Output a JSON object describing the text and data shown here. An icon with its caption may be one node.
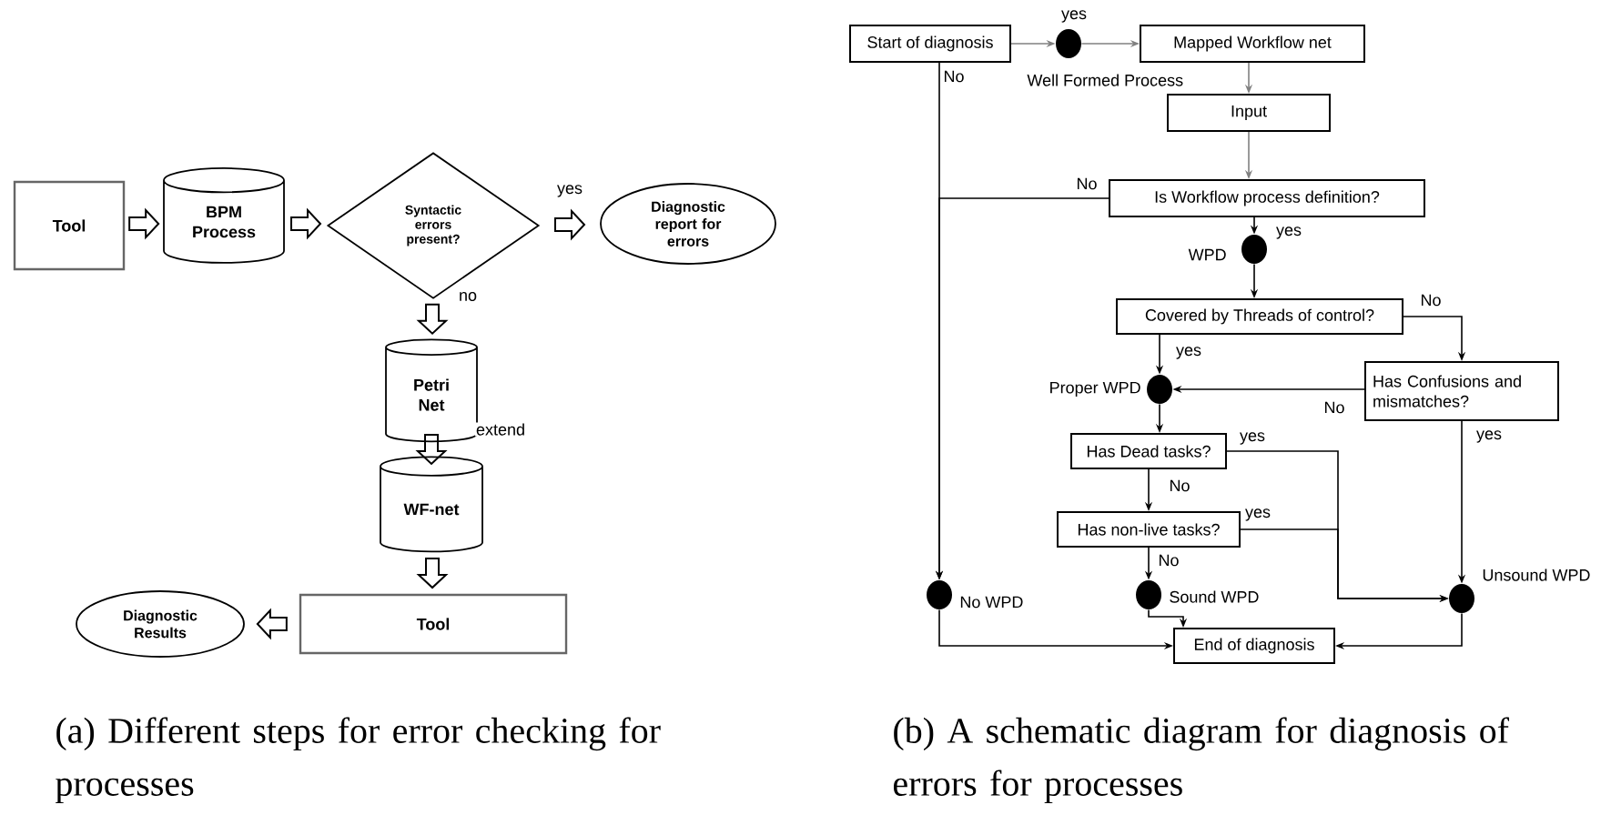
{
  "diagram": {
    "nodes": [
      {
        "text": [
          "Tool"
        ]
      },
      {
        "text": [
          "BPM Process"
        ]
      },
      {
        "text": [
          "Syntactic errors present?"
        ]
      },
      {
        "text": [
          "Diagnostic report for errors"
        ]
      },
      {
        "text": [
          "Petri Net"
        ]
      },
      {
        "text": [
          "WF-net"
        ]
      },
      {
        "text": [
          "Tool"
        ]
      },
      {
        "text": [
          "Diagnostic Results"
        ]
      },
      {
        "text": [
          "Start of diagnosis"
        ]
      },
      {
        "text": [],
        "shape": "circle",
        "beside": [
          "Well Formed Process"
        ]
      },
      {
        "text": [
          "Mapped Workflow net"
        ]
      },
      {
        "text": [
          "Input"
        ]
      },
      {
        "text": [
          "Is Workflow process definition?"
        ]
      },
      {
        "text": [],
        "shape": "circle",
        "beside": [
          "WPD"
        ]
      },
      {
        "text": [
          "Covered by Threads of control?"
        ]
      },
      {
        "text": [],
        "shape": "circle",
        "beside": [
          "Proper WPD"
        ]
      },
      {
        "text": [
          "Has Confusions and mismatches?"
        ]
      },
      {
        "text": [
          "Has Dead tasks?"
        ]
      },
      {
        "text": [
          "Has non-live tasks?"
        ]
      },
      {
        "text": [],
        "shape": "circle",
        "beside": [
          "No WPD"
        ]
      },
      {
        "text": [],
        "shape": "circle",
        "beside": [
          "Sound WPD"
        ]
      },
      {
        "text": [],
        "shape": "circle",
        "beside": [
          "Unsound WPD"
        ]
      },
      {
        "text": [
          "End of diagnosis"
        ]
      }
    ],
    "edges": [
      {
        "from": 0,
        "to": 1,
        "arrow": "to"
      },
      {
        "from": 1,
        "to": 2,
        "arrow": "to"
      },
      {
        "from": 2,
        "to": 3,
        "arrow": "to",
        "label": "yes"
      },
      {
        "from": 2,
        "to": 4,
        "arrow": "to",
        "label": "no"
      },
      {
        "from": 4,
        "to": 5,
        "arrow": "to",
        "label": "extend"
      },
      {
        "from": 5,
        "to": 6,
        "arrow": "to"
      },
      {
        "from": 6,
        "to": 7,
        "arrow": "to"
      },
      {
        "from": 8,
        "to": 9,
        "arrow": "to",
        "label": "yes",
        "color": "#808080"
      },
      {
        "from": 9,
        "to": 10,
        "arrow": "to",
        "color": "#808080"
      },
      {
        "from": 10,
        "to": 11,
        "arrow": "to",
        "color": "#808080"
      },
      {
        "from": 11,
        "to": 12,
        "arrow": "to",
        "color": "#808080"
      },
      {
        "from": 12,
        "to": 13,
        "arrow": "to",
        "label": "yes"
      },
      {
        "from": 13,
        "to": 14,
        "arrow": "to"
      },
      {
        "from": 14,
        "to": 15,
        "arrow": "to",
        "label": "yes"
      },
      {
        "from": 14,
        "to": 16,
        "arrow": "to",
        "label": "No"
      },
      {
        "from": 16,
        "to": 15,
        "arrow": "to",
        "label": "No"
      },
      {
        "from": 15,
        "to": 17,
        "arrow": "to"
      },
      {
        "from": 17,
        "to": 18,
        "arrow": "to",
        "label": "No"
      },
      {
        "from": 18,
        "to": 20,
        "arrow": "to",
        "label": "No"
      },
      {
        "from": 17,
        "to": 21,
        "arrow": "to",
        "label": "yes"
      },
      {
        "from": 18,
        "to": 21,
        "arrow": "to",
        "label": "yes"
      },
      {
        "from": 16,
        "to": 21,
        "arrow": "to",
        "label": "yes"
      },
      {
        "from": 8,
        "to": 19,
        "arrow": "to",
        "label": "No"
      },
      {
        "from": 12,
        "to": 19,
        "arrow": "to",
        "label": "No"
      },
      {
        "from": 19,
        "to": 22,
        "arrow": "to"
      },
      {
        "from": 20,
        "to": 22,
        "arrow": "to"
      },
      {
        "from": 21,
        "to": 22,
        "arrow": "to"
      }
    ],
    "labels": [
      "(a) Different steps for error checking for processes",
      "(b) A schematic diagram for diagnosis of errors for processes"
    ]
  }
}
